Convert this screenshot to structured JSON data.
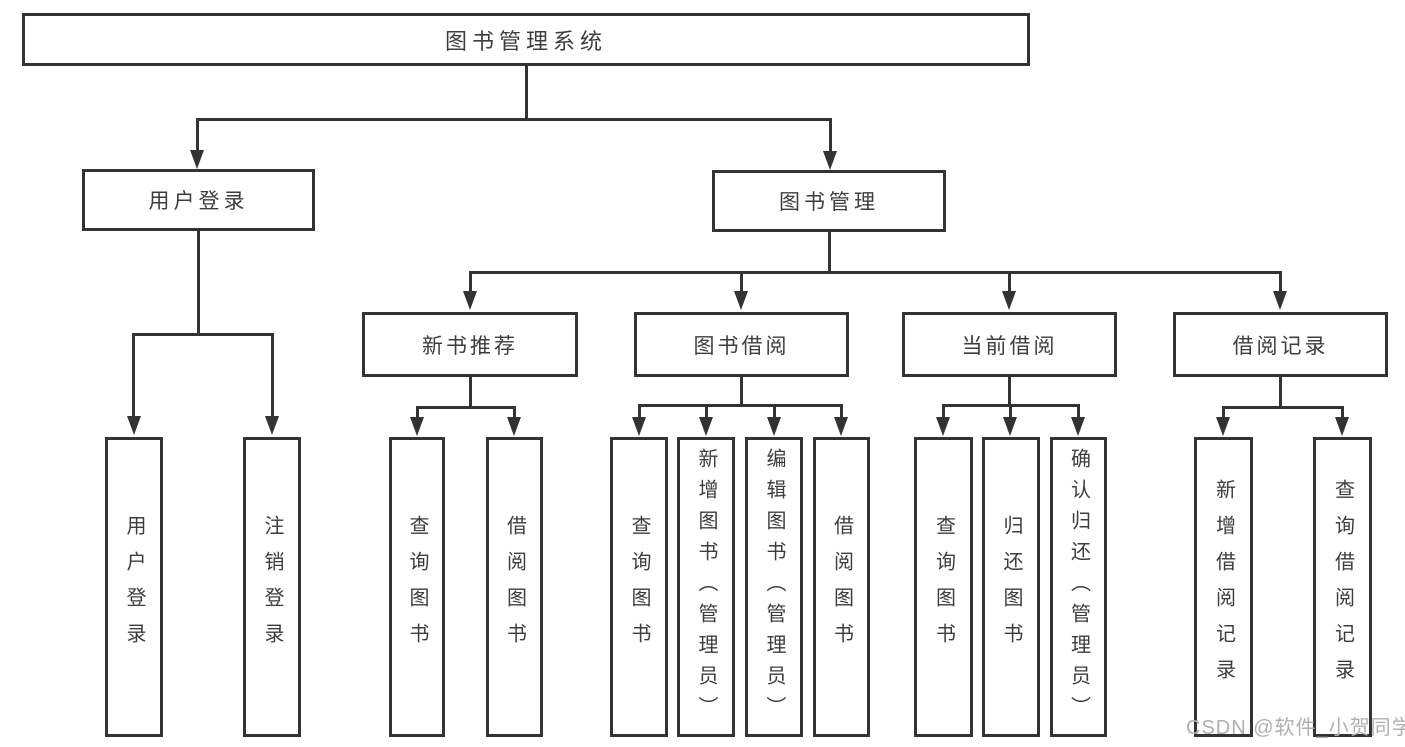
{
  "diagram": {
    "type": "hierarchy-tree",
    "colors": {
      "line": "#333333",
      "text": "#3d3d3d",
      "box_background": "#ffffff",
      "background": "#ffffff",
      "watermark": "#b0b0b0"
    }
  },
  "tree": {
    "label": "图书管理系统",
    "children": [
      {
        "label": "用户登录",
        "children": [
          {
            "label": "用户登录"
          },
          {
            "label": "注销登录"
          }
        ]
      },
      {
        "label": "图书管理",
        "children": [
          {
            "label": "新书推荐",
            "children": [
              {
                "label": "查询图书"
              },
              {
                "label": "借阅图书"
              }
            ]
          },
          {
            "label": "图书借阅",
            "children": [
              {
                "label": "查询图书"
              },
              {
                "label": "新增图书（管理员）"
              },
              {
                "label": "编辑图书（管理员）"
              },
              {
                "label": "借阅图书"
              }
            ]
          },
          {
            "label": "当前借阅",
            "children": [
              {
                "label": "查询图书"
              },
              {
                "label": "归还图书"
              },
              {
                "label": "确认归还（管理员）"
              }
            ]
          },
          {
            "label": "借阅记录",
            "children": [
              {
                "label": "新增借阅记录"
              },
              {
                "label": "查询借阅记录"
              }
            ]
          }
        ]
      }
    ]
  },
  "watermark": {
    "text": "CSDN @软件_小贺同学"
  }
}
